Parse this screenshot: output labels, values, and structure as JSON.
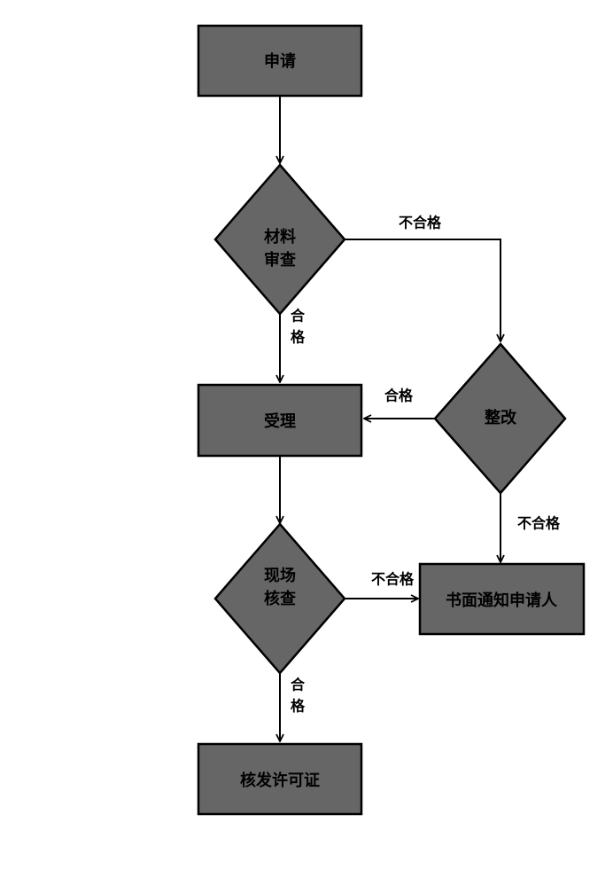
{
  "diagram": {
    "colors": {
      "node_fill": "#666666",
      "node_stroke": "#000000",
      "edge": "#000000",
      "background": "#ffffff"
    },
    "nodes": {
      "apply": {
        "label": "申请"
      },
      "material_review": {
        "line1": "材料",
        "line2": "审查"
      },
      "accept": {
        "label": "受理"
      },
      "rectify": {
        "label": "整改"
      },
      "site_inspection": {
        "line1": "现场",
        "line2": "核查"
      },
      "notify": {
        "label": "书面通知申请人"
      },
      "issue_license": {
        "label": "核发许可证"
      }
    },
    "edge_labels": {
      "review_fail": "不合格",
      "review_pass_1": "合",
      "review_pass_2": "格",
      "rectify_pass": "合格",
      "rectify_fail": "不合格",
      "inspection_fail": "不合格",
      "inspection_pass_1": "合",
      "inspection_pass_2": "格"
    }
  }
}
